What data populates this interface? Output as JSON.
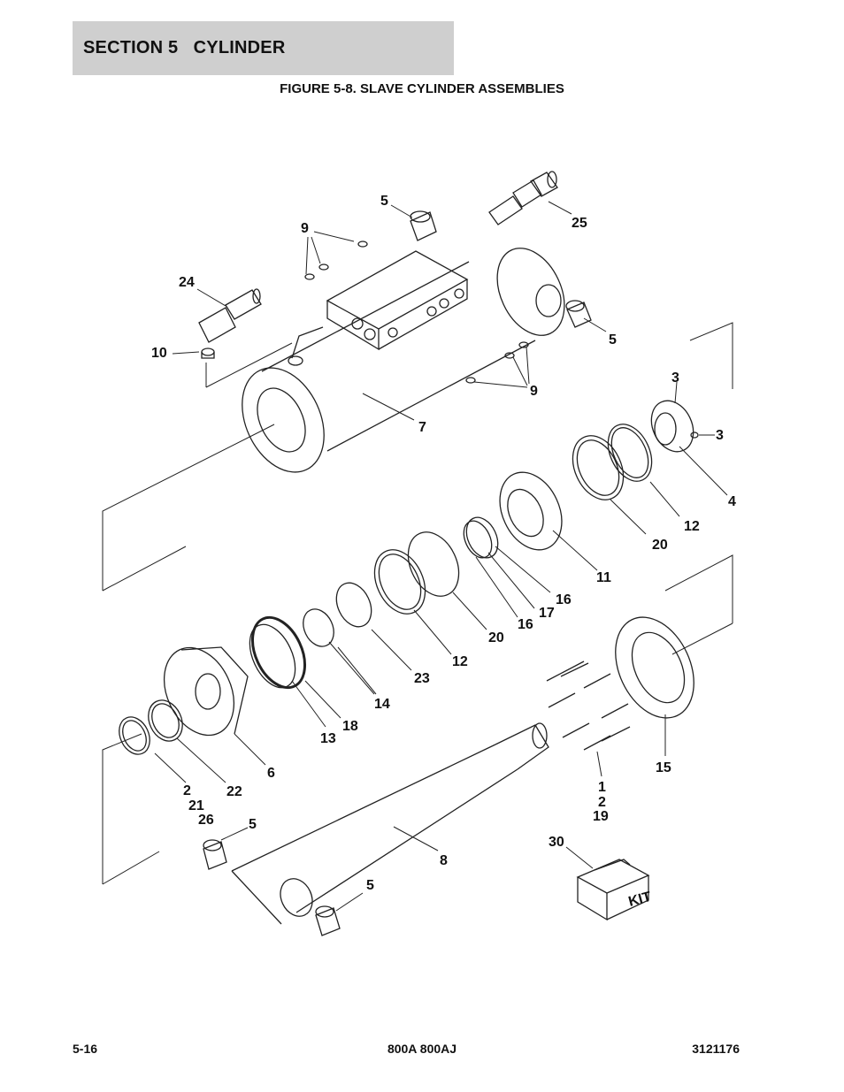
{
  "header": {
    "section_title": "SECTION 5   CYLINDER",
    "figure_title": "FIGURE 5-8. SLAVE CYLINDER ASSEMBLIES"
  },
  "callouts": [
    {
      "id": "c5a",
      "text": "5"
    },
    {
      "id": "c25",
      "text": "25"
    },
    {
      "id": "c9a",
      "text": "9"
    },
    {
      "id": "c24",
      "text": "24"
    },
    {
      "id": "c5b",
      "text": "5"
    },
    {
      "id": "c10",
      "text": "10"
    },
    {
      "id": "c9b",
      "text": "9"
    },
    {
      "id": "c3a",
      "text": "3"
    },
    {
      "id": "c7",
      "text": "7"
    },
    {
      "id": "c3b",
      "text": "3"
    },
    {
      "id": "c4",
      "text": "4"
    },
    {
      "id": "c12a",
      "text": "12"
    },
    {
      "id": "c20a",
      "text": "20"
    },
    {
      "id": "c11",
      "text": "11"
    },
    {
      "id": "c16a",
      "text": "16"
    },
    {
      "id": "c17",
      "text": "17"
    },
    {
      "id": "c16b",
      "text": "16"
    },
    {
      "id": "c20b",
      "text": "20"
    },
    {
      "id": "c12b",
      "text": "12"
    },
    {
      "id": "c23",
      "text": "23"
    },
    {
      "id": "c14",
      "text": "14"
    },
    {
      "id": "c18",
      "text": "18"
    },
    {
      "id": "c13",
      "text": "13"
    },
    {
      "id": "c6",
      "text": "6"
    },
    {
      "id": "c2a",
      "text": "2"
    },
    {
      "id": "c22",
      "text": "22"
    },
    {
      "id": "c21",
      "text": "21"
    },
    {
      "id": "c26",
      "text": "26"
    },
    {
      "id": "c15",
      "text": "15"
    },
    {
      "id": "c1",
      "text": "1"
    },
    {
      "id": "c2b",
      "text": "2"
    },
    {
      "id": "c19",
      "text": "19"
    },
    {
      "id": "c5c",
      "text": "5"
    },
    {
      "id": "c8",
      "text": "8"
    },
    {
      "id": "c30",
      "text": "30"
    },
    {
      "id": "c5d",
      "text": "5"
    }
  ],
  "kit_label": "KIT",
  "footer": {
    "page_number": "5-16",
    "model": "800A 800AJ",
    "doc_number": "3121176"
  }
}
